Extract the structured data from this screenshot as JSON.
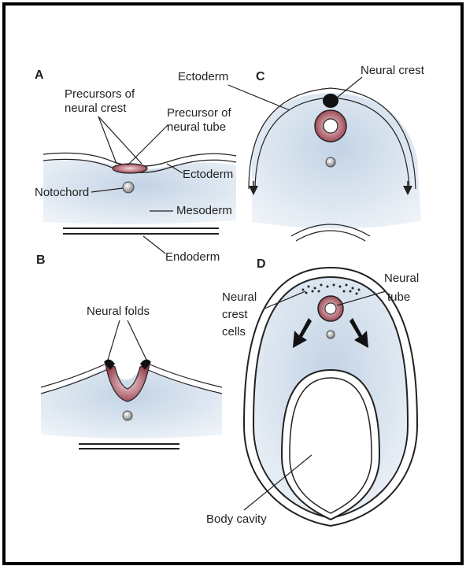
{
  "panels": {
    "a": {
      "letter": "A",
      "labels": {
        "precursors_line1": "Precursors of",
        "precursors_line2": "neural crest",
        "tube_line1": "Precursor of",
        "tube_line2": "neural tube",
        "ectoderm": "Ectoderm",
        "notochord": "Notochord",
        "mesoderm": "Mesoderm",
        "endoderm": "Endoderm"
      }
    },
    "b": {
      "letter": "B",
      "labels": {
        "neural_folds": "Neural folds"
      }
    },
    "c": {
      "letter": "C",
      "labels": {
        "ectoderm": "Ectoderm",
        "neural_crest": "Neural crest"
      }
    },
    "d": {
      "letter": "D",
      "labels": {
        "crest_cells_line1": "Neural",
        "crest_cells_line2": "crest",
        "crest_cells_line3": "cells",
        "tube_line1": "Neural",
        "tube_line2": "tube",
        "body_cavity": "Body cavity"
      }
    }
  },
  "colors": {
    "tissue": "#d6e2ee",
    "neural": "#8e2f3e",
    "crest": "#111111",
    "notochord": "#9a9a9a"
  }
}
